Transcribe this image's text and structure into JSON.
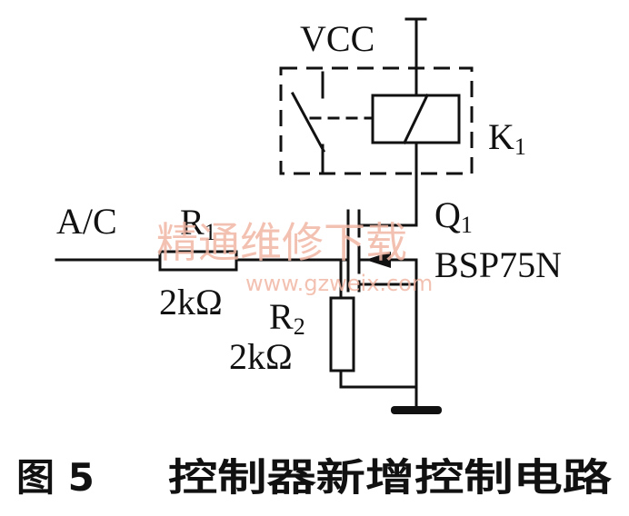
{
  "diagram": {
    "supply_label": "VCC",
    "relay": {
      "label_main": "K",
      "label_sub": "1"
    },
    "input_label": "A/C",
    "resistor1": {
      "label_main": "R",
      "label_sub": "1",
      "value": "2kΩ"
    },
    "resistor2": {
      "label_main": "R",
      "label_sub": "2",
      "value": "2kΩ"
    },
    "transistor": {
      "label_main": "Q",
      "label_sub": "1",
      "part_number": "BSP75N"
    }
  },
  "watermark": {
    "line1": "精通维修下载",
    "line2": "www.gzweix.com"
  },
  "caption": {
    "figure_number": "图 5",
    "title": "控制器新增控制电路"
  }
}
